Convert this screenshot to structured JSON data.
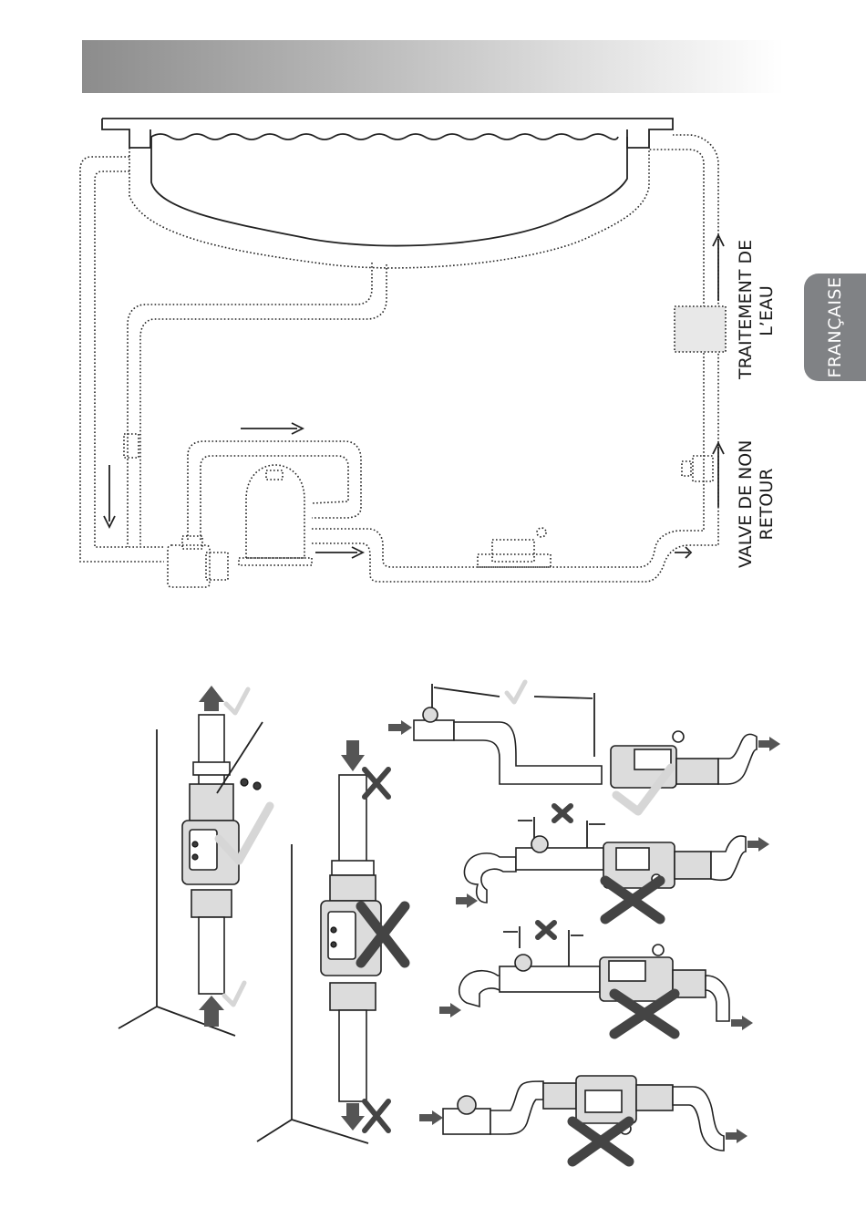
{
  "header": {
    "band_colors": [
      "#8c8c8c",
      "#ffffff"
    ]
  },
  "language_tab": {
    "label": "FRANÇAISE",
    "color": "#808285"
  },
  "pool_diagram": {
    "labels": {
      "water_treatment": [
        "TRAITEMENT DE",
        "L’EAU"
      ],
      "check_valve": [
        "VALVE DE NON",
        "RETOUR"
      ]
    }
  },
  "installation_examples": {
    "marks": [
      "check-icon",
      "cross-icon"
    ]
  }
}
